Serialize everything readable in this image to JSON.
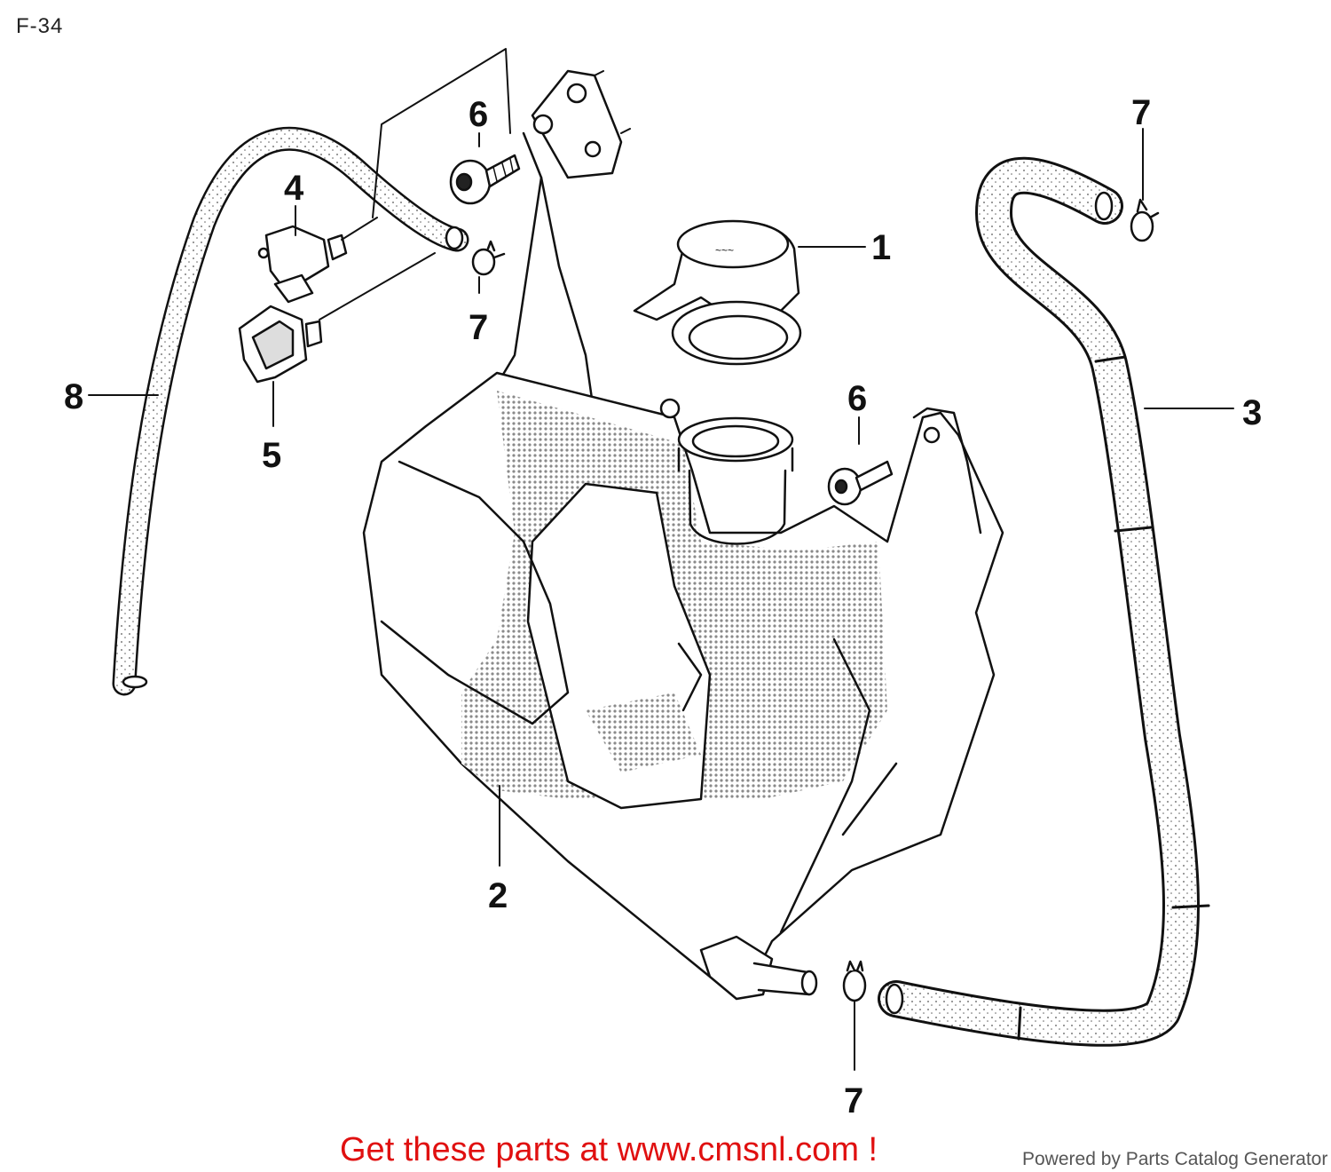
{
  "header": {
    "page_code": "F-34"
  },
  "callouts": {
    "p1": "1",
    "p2": "2",
    "p3": "3",
    "p4": "4",
    "p5": "5",
    "p6a": "6",
    "p6b": "6",
    "p7a": "7",
    "p7b": "7",
    "p7c": "7",
    "p8": "8"
  },
  "footer": {
    "link_text": "Get these parts at www.cmsnl.com !",
    "credit_text": "Powered by Parts Catalog Generator"
  },
  "colors": {
    "link": "#e01010",
    "line_art": "#111111",
    "shading": "#9a9a9a"
  }
}
